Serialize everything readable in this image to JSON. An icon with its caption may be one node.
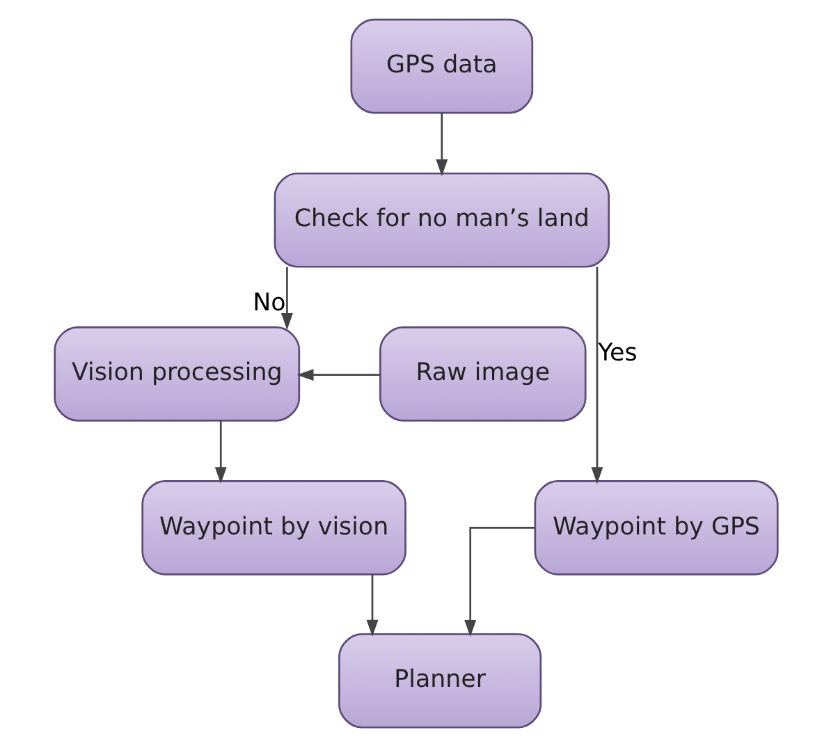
{
  "diagram": {
    "nodes": [
      {
        "text": [
          "GPS data"
        ]
      },
      {
        "text": [
          "Check for no man’s land"
        ]
      },
      {
        "text": [
          "Raw image"
        ]
      },
      {
        "text": [
          "Vision processing"
        ]
      },
      {
        "text": [
          "Waypoint by vision"
        ]
      },
      {
        "text": [
          "Waypoint by GPS"
        ]
      },
      {
        "text": [
          "Planner"
        ]
      }
    ],
    "edges": [
      {
        "from": 0,
        "to": 1,
        "arrow": "to"
      },
      {
        "from": 1,
        "to": 3,
        "arrow": "to",
        "label": "No"
      },
      {
        "from": 1,
        "to": 5,
        "arrow": "to",
        "label": "Yes"
      },
      {
        "from": 2,
        "to": 3,
        "arrow": "to"
      },
      {
        "from": 3,
        "to": 4,
        "arrow": "to"
      },
      {
        "from": 4,
        "to": 6,
        "arrow": "to"
      },
      {
        "from": 5,
        "to": 6,
        "arrow": "to"
      }
    ]
  }
}
